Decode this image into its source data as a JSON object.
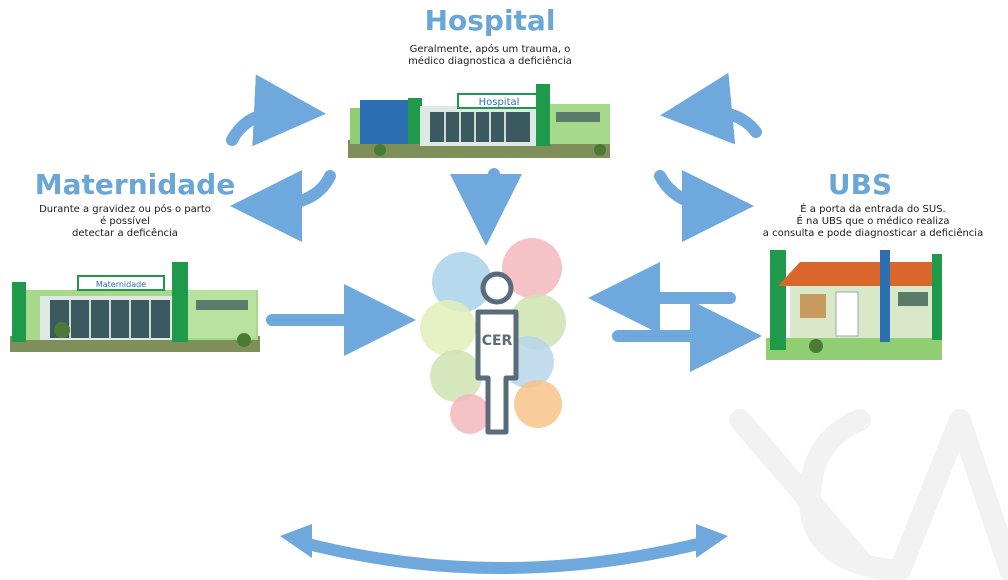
{
  "hospital": {
    "title": "Hospital",
    "desc": [
      "Geralmente, após um trauma, o",
      "médico diagnostica a deficiência"
    ],
    "sign": "Hospital"
  },
  "maternidade": {
    "title": "Maternidade",
    "desc": [
      "Durante a gravidez ou pós o parto",
      "é possível",
      "detectar a deficência"
    ],
    "sign": "Maternidade"
  },
  "ubs": {
    "title": "UBS",
    "desc": [
      "É a porta da entrada do SUS.",
      "É na UBS que o médico realiza",
      "a consulta e pode diagnosticar a deficiência"
    ]
  },
  "center": {
    "label": "CER"
  },
  "colors": {
    "arrow": "#6fa8dc",
    "title": "#6aa6d6",
    "building_green": "#1f9a4a",
    "roof": "#d9662a",
    "person": "#5a6b79"
  },
  "icons": [
    "wheelchair-icon",
    "brain-icon",
    "eye-icon",
    "ear-icon",
    "walker-icon",
    "head-icon"
  ]
}
